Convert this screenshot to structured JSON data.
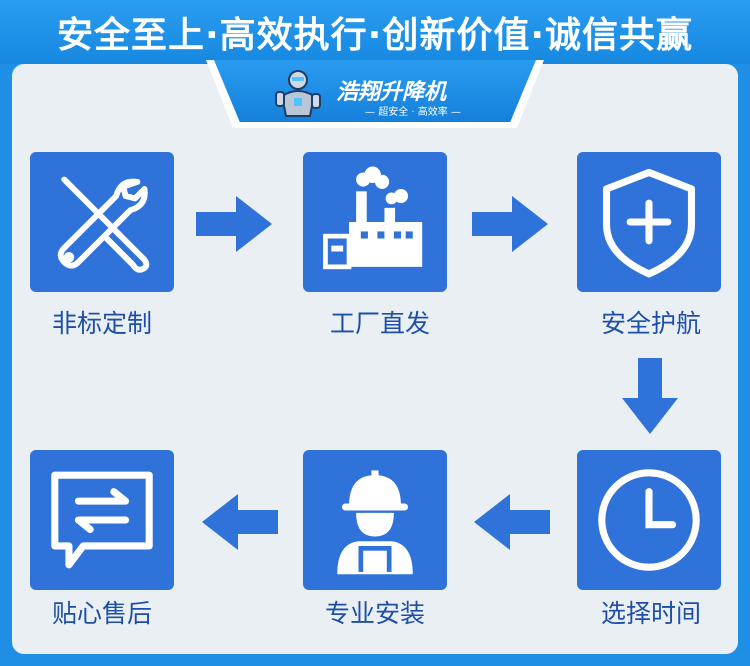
{
  "banner": {
    "title": "安全至上·高效执行·创新价值·诚信共赢"
  },
  "logo": {
    "name": "浩翔升降机",
    "slogan": "— 超安全 · 高效率 —"
  },
  "colors": {
    "background": "#1f8fe6",
    "tile": "#2f72d9",
    "panel": "#eaeff4",
    "arrow": "#2f72d9",
    "label": "#1e4fa8"
  },
  "steps": [
    {
      "label": "非标定制",
      "icon": "tools-icon"
    },
    {
      "label": "工厂直发",
      "icon": "factory-icon"
    },
    {
      "label": "安全护航",
      "icon": "shield-plus-icon"
    },
    {
      "label": "选择时间",
      "icon": "clock-icon"
    },
    {
      "label": "专业安装",
      "icon": "worker-icon"
    },
    {
      "label": "贴心售后",
      "icon": "chat-exchange-icon"
    }
  ]
}
